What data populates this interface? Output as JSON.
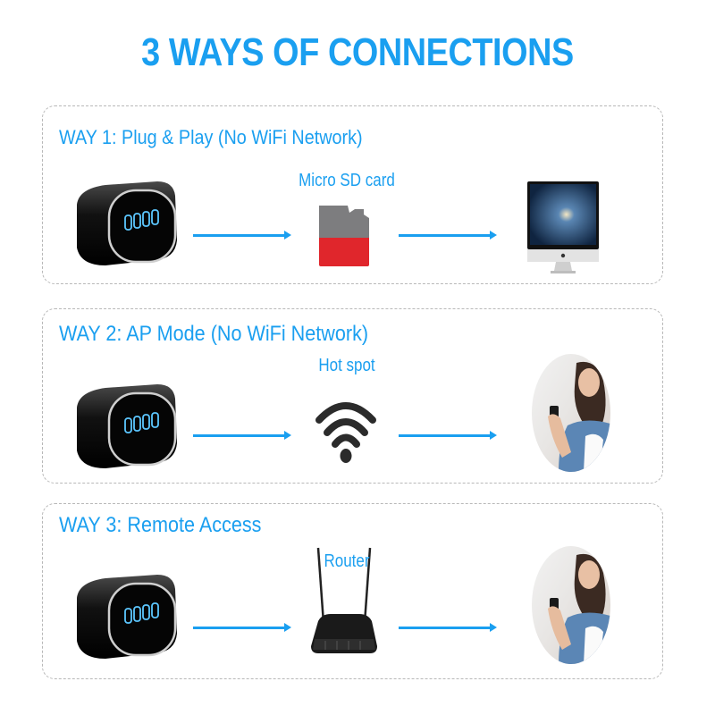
{
  "title": "3 WAYS OF CONNECTIONS",
  "colors": {
    "accent": "#1a9ff0",
    "panel_border": "#b8b8b8",
    "sd_red": "#e0262c",
    "sd_gray": "#7d7d7f"
  },
  "ways": [
    {
      "heading": "WAY 1: Plug & Play (No WiFi Network)",
      "source_icon": "clock-camera-icon",
      "middle_label": "Micro SD card",
      "middle_icon": "sd-card-icon",
      "target_icon": "computer-monitor-icon"
    },
    {
      "heading": "WAY 2: AP Mode (No WiFi Network)",
      "source_icon": "clock-camera-icon",
      "middle_label": "Hot spot",
      "middle_icon": "wifi-icon",
      "target_icon": "woman-with-phone-icon"
    },
    {
      "heading": "WAY 3: Remote Access",
      "source_icon": "clock-camera-icon",
      "middle_label": "Router",
      "middle_icon": "router-icon",
      "target_icon": "woman-with-phone-icon"
    }
  ]
}
